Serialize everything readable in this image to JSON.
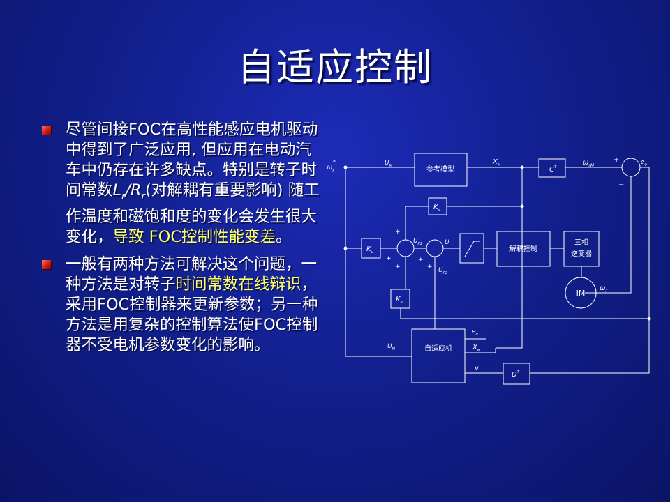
{
  "title": "自适应控制",
  "bullets": [
    {
      "p1": "尽管间接FOC在高性能感应电机驱动中得到了广泛应用, 但应用在电动汽车中仍存在许多缺点。特别是转子时间常数",
      "p2": "L",
      "p3": "r",
      "p4": "/R",
      "p5": "r",
      "p6": "(对解耦有重要影响) 随工作温度和磁饱和度的变化会发生很大变化，",
      "p7": "导致 FOC控制性能变差",
      "p8": "。"
    },
    {
      "p1": "一般有两种方法可解决这个问题，一种方法是对转子",
      "p2": "时间常数在线辩识",
      "p3": "，采用FOC控制器来更新参数；另一种方法是用复杂的控制算法使FOC控制器不受电机参数变化的影响。"
    }
  ],
  "diagram": {
    "ref_model": "参考模型",
    "decoupling": "解耦控制",
    "inverter_1": "三相",
    "inverter_2": "逆变器",
    "motor": "IM",
    "adaptive": "自适应机",
    "CT": "C",
    "CT_sup": "T",
    "DT": "D",
    "DT_sup": "T",
    "Kx": "K",
    "Kx_sub": "x",
    "Ku": "K",
    "Ku_sub": "u",
    "Ke": "K",
    "Ke_sub": "e",
    "omega": "ω",
    "omega_r_sub": "r",
    "omega_ref_sup": "*",
    "omega_rM_sub": "rM",
    "U": "U",
    "X": "X",
    "M_sub": "M",
    "U_P1_sub": "P1",
    "U_P2_sub": "P2",
    "e": "e",
    "e0_sub": "0",
    "v": "v",
    "plus": "+",
    "minus": "−"
  }
}
